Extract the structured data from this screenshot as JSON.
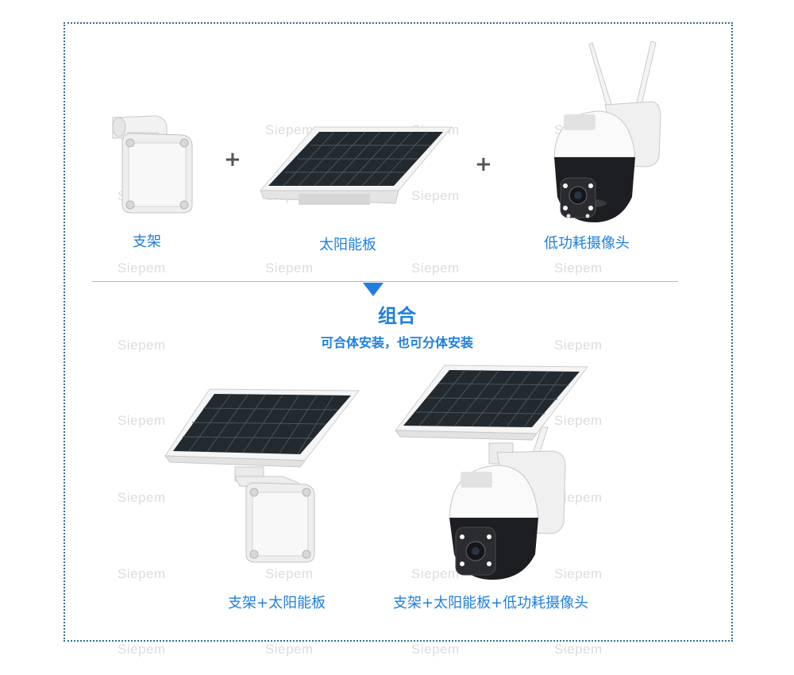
{
  "watermark": "Siepem",
  "top_row": {
    "items": [
      {
        "label": "支架"
      },
      {
        "label": "太阳能板"
      },
      {
        "label": "低功耗摄像头"
      }
    ],
    "plus_symbol": "+"
  },
  "combo": {
    "title": "组合",
    "subtitle": "可合体安装，也可分体安装"
  },
  "bottom_row": {
    "items": [
      {
        "label": "支架+太阳能板"
      },
      {
        "label": "支架+太阳能板+低功耗摄像头"
      }
    ]
  },
  "colors": {
    "accent": "#1e7fe0",
    "frame": "#2f6f96",
    "watermark": "#dcdcdc"
  }
}
